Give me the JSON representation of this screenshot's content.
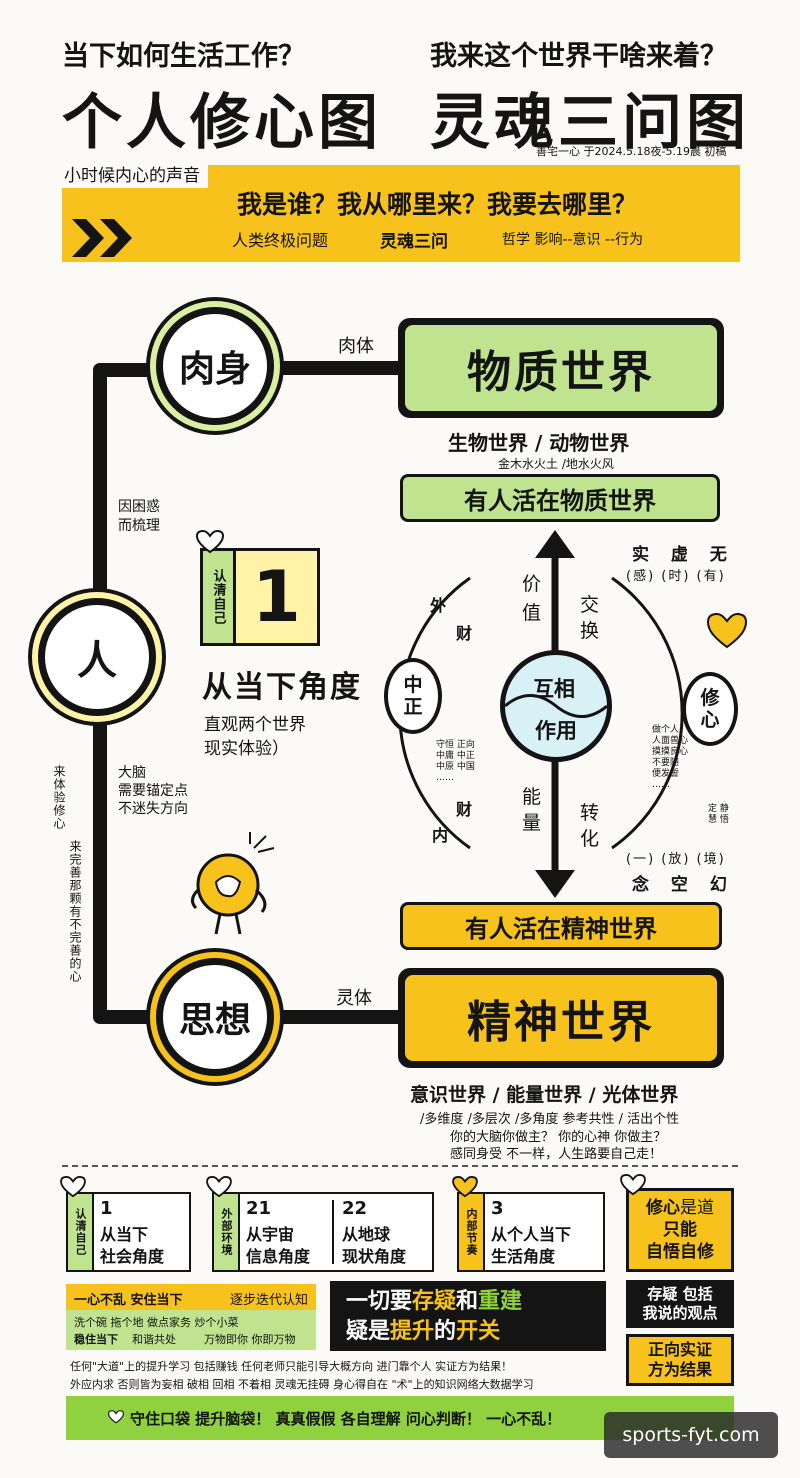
{
  "header": {
    "left_q": "当下如何生活工作？",
    "left_title": "个人修心图",
    "right_q": "我来这个世界干啥来着？",
    "right_title": "灵魂三问图",
    "credit": "善宅一心 于2024.5.18夜-5.19晨 初稿"
  },
  "banner": {
    "small": "小时候内心的声音",
    "questions": "我是谁？我从哪里来？我要去哪里？",
    "sub_a": "人类终极问题",
    "sub_b": "灵魂三问",
    "sub_c": "哲学 影响--意识 --行为"
  },
  "diagram": {
    "rou_shen": "肉身",
    "rou_ti": "肉体",
    "material_world": "物质世界",
    "bio_world": "生物世界 / 动物世界",
    "elements": "金木水火土 /地水火风",
    "live_material": "有人活在物质世界",
    "confusion_1": "因困惑",
    "confusion_2": "而梳理",
    "ren": "人",
    "know_self": "认清自己",
    "num_one": "1",
    "now_angle": "从当下角度",
    "intuit_1": "直观两个世界",
    "intuit_2": "现实体验）",
    "brain_1": "大脑",
    "brain_2": "需要锚定点",
    "brain_3": "不迷失方向",
    "left_vertical_1": "来体验修心",
    "left_vertical_2": "来完善那颗有不完善的心",
    "jia": "价",
    "zhi": "值",
    "jiao": "交",
    "huan": "换",
    "neng": "能",
    "liang": "量",
    "zhuan": "转",
    "hua": "化",
    "hu_xiang": "互相",
    "zuo_yong": "作用",
    "wai": "外",
    "cai_top": "财",
    "cai_bot": "财",
    "nei": "内",
    "zhong": "中",
    "zheng": "正",
    "zz_note_1": "守恒 正向",
    "zz_note_2": "中庸 中正",
    "zz_note_3": "中原 中国",
    "zz_note_4": "……",
    "shi_xu_wu": "实 虚 无",
    "gan_shi_you": "(感) (时) (有)",
    "xiu": "修",
    "xin": "心",
    "xx_note_1": "做个人",
    "xx_note_2": "人面兽心",
    "xx_note_3": "摸摸良心",
    "xx_note_4": "不要随",
    "xx_note_5": "便发誓",
    "xx_note_6": "……",
    "ding_jing": "定 静",
    "xu_hui": "慧 悟",
    "yi_fang_jing": "(一) (放) (境)",
    "nian_kong_huan": "念 空 幻",
    "live_spirit": "有人活在精神世界",
    "si_xiang": "思想",
    "ling_ti": "灵体",
    "spirit_world": "精神世界",
    "consciousness": "意识世界 / 能量世界 / 光体世界",
    "multi": "/多维度 /多层次 /多角度  参考共性 / 活出个性",
    "brain_master": "你的大脑你做主？ 你的心神 你做主？",
    "empathy": "感同身受 不一样，人生路要自己走！"
  },
  "bottom": {
    "tag_know": "认清自己",
    "one_num": "1",
    "one_a": "从当下",
    "one_b": "社会角度",
    "tag_outer": "外部环境",
    "n21": "21",
    "n21_a": "从宇宙",
    "n21_b": "信息角度",
    "n22": "22",
    "n22_a": "从地球",
    "n22_b": "现状角度",
    "tag_inner": "内部节奏",
    "n3": "3",
    "n3_a": "从个人当下",
    "n3_b": "生活角度",
    "xiuxin_a": "修心",
    "xiuxin_b": "是道",
    "xiuxin_c": "只能",
    "xiuxin_d": "自悟自修",
    "calm_a": "一心不乱  安住当下",
    "calm_b": "逐步迭代认知",
    "chores": "洗个碗  拖个地  做点家务  炒个小菜",
    "stable_a": "稳住当下",
    "stable_b": "和谐共处",
    "stable_c": "万物即你  你即万物",
    "doubt_1": "一切要",
    "doubt_2": "存疑",
    "doubt_3": "和",
    "doubt_4": "重建",
    "doubt_5": "疑",
    "doubt_6": "是",
    "doubt_7": "提升",
    "doubt_8": "的",
    "doubt_9": "开关",
    "q_a": "存疑  包括",
    "q_b": "我说的观点",
    "p_a": "正向实证",
    "p_b": "方为结果",
    "line1": "任何\"大道\"上的提升学习   包括赚钱   任何老师只能引导大概方向   进门靠个人   实证方为结果！",
    "line2": "外应内求   否则皆为妄相   破相 回相 不着相   灵魂无挂碍   身心得自在   \"术\"上的知识网络大数据学习",
    "footer": "守住口袋   提升脑袋！   真真假假   各自理解   问心判断！   一心不乱！",
    "watermark": "sports-fyt.com"
  },
  "colors": {
    "yellow": "#f6c21b",
    "green": "#bfe38f",
    "light_yellow": "#fff3a8",
    "black": "#141414",
    "footer_green": "#8fd13f"
  }
}
